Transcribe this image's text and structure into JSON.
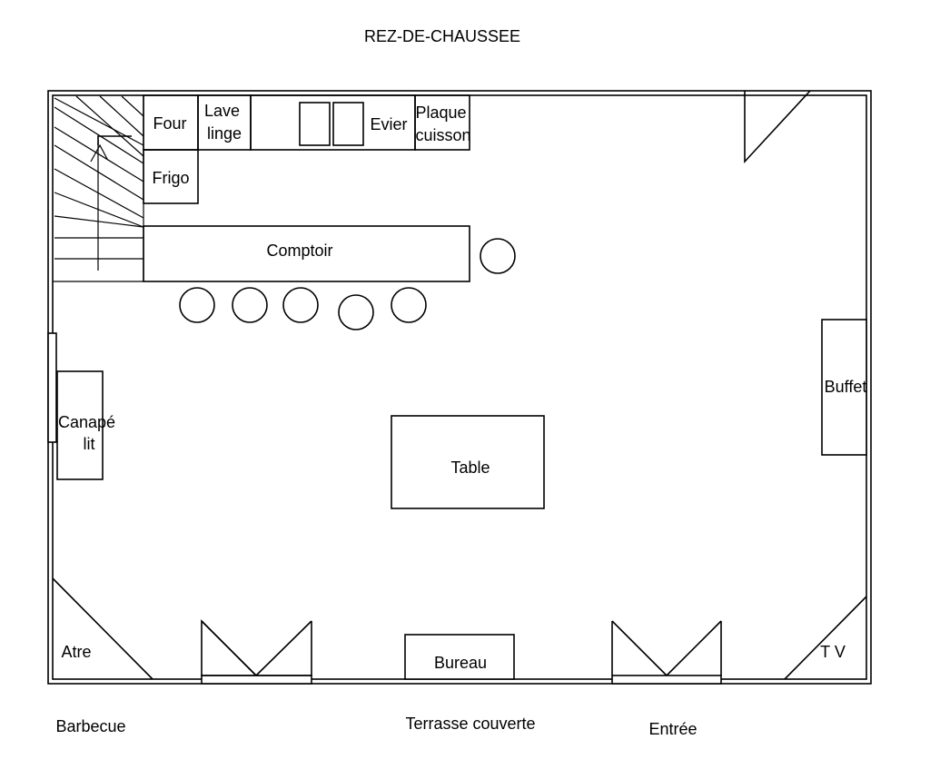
{
  "title": "REZ-DE-CHAUSSEE",
  "rooms": {
    "four": "Four",
    "lave_linge": [
      "Lave",
      "linge"
    ],
    "evier": "Evier",
    "plaque_cuisson": [
      "Plaque",
      "cuisson"
    ],
    "frigo": "Frigo",
    "comptoir": "Comptoir",
    "canape_lit": [
      "Canapé",
      "lit"
    ],
    "table": "Table",
    "buffet": "Buffet",
    "atre": "Atre",
    "bureau": "Bureau",
    "tv": "T V"
  },
  "outside": {
    "barbecue": "Barbecue",
    "terrasse": "Terrasse couverte",
    "entree": "Entrée"
  }
}
